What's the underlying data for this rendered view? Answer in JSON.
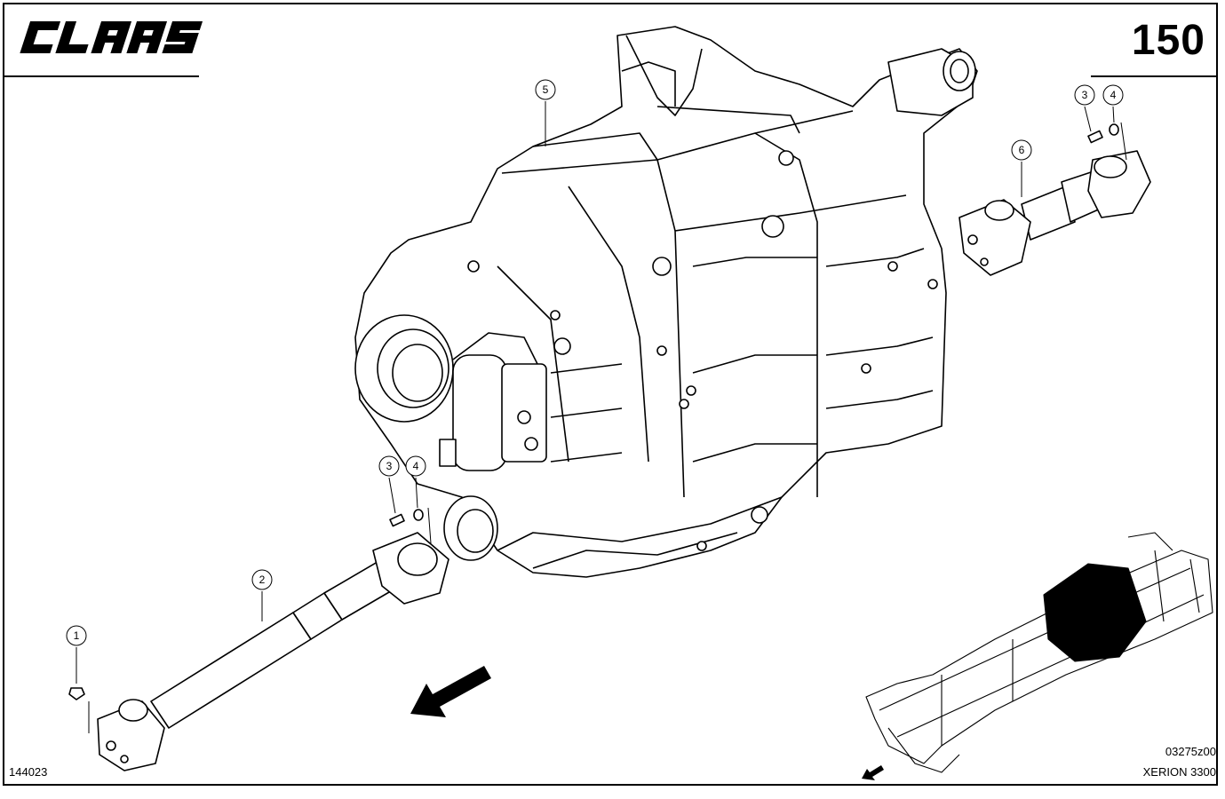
{
  "header": {
    "brand": "CLAAS",
    "page_number": "150"
  },
  "footer": {
    "left_code": "144023",
    "right_code": "03275z00",
    "model": "XERION 3300"
  },
  "callouts": [
    {
      "id": "c1",
      "label": "1"
    },
    {
      "id": "c2",
      "label": "2"
    },
    {
      "id": "c3a",
      "label": "3"
    },
    {
      "id": "c4a",
      "label": "4"
    },
    {
      "id": "c3b",
      "label": "3"
    },
    {
      "id": "c4b",
      "label": "4"
    },
    {
      "id": "c5",
      "label": "5"
    },
    {
      "id": "c6",
      "label": "6"
    }
  ]
}
